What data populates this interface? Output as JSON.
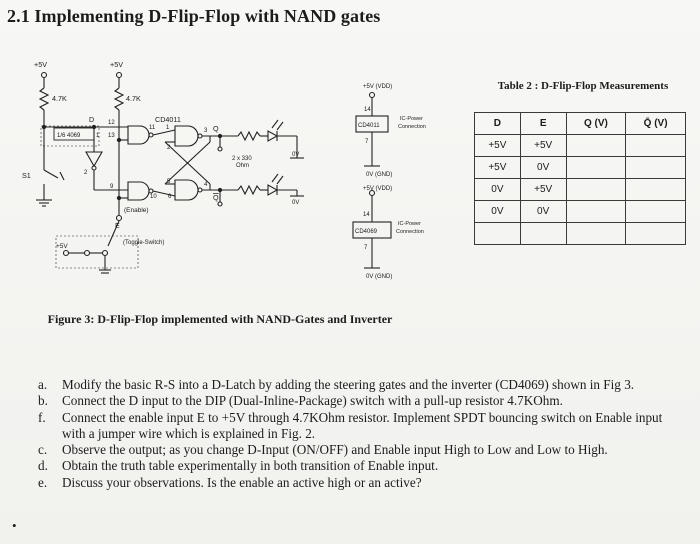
{
  "heading": "2.1 Implementing D-Flip-Flop with NAND gates",
  "figure": {
    "caption": "Figure 3: D-Flip-Flop implemented with NAND-Gates and Inverter",
    "labels": {
      "plus5v_left": "+5V",
      "plus5v_mid": "+5V",
      "r1": "4.7K",
      "r2": "4.7K",
      "d": "D",
      "chip_nand": "CD4011",
      "inv_chip": "1/6 4069",
      "pin12": "12",
      "pin13": "13",
      "pin11": "11",
      "pin1": "1",
      "pin2": "2",
      "pin3": "3",
      "pin5": "5",
      "pin4": "4",
      "pin6": "6",
      "pin9": "9",
      "pin10": "10",
      "pin2_inv": "2",
      "pin1_inv": "1",
      "q": "Q",
      "qbar": "Q",
      "res_note": "2 x 330",
      "ohm": "Ohm",
      "zero_v_1": "0V",
      "zero_v_2": "0V",
      "enable": "(Enable)",
      "e": "E",
      "s1": "S1",
      "toggle": "(Toggle-Switch)",
      "plus5v_sw": "+5V",
      "pwr1_top": "+5V (VDD)",
      "pin14_1": "14",
      "pwr1_chip": "CD4011",
      "pwr1_note_1": "IC-Power",
      "pwr1_note_2": "Connection",
      "pin7_1": "7",
      "pwr1_gnd": "0V (GND)",
      "pwr2_top": "+5V (VDD)",
      "pin14_2": "14",
      "pwr2_chip": "CD4069",
      "pwr2_note_1": "IC-Power",
      "pwr2_note_2": "Connection",
      "pin7_2": "7",
      "pwr2_gnd": "0V (GND)"
    }
  },
  "table": {
    "caption": "Table 2 : D-Flip-Flop Measurements",
    "headers": [
      "D",
      "E",
      "Q (V)",
      "Q̄ (V)"
    ],
    "rows": [
      [
        "+5V",
        "+5V",
        "",
        ""
      ],
      [
        "+5V",
        "0V",
        "",
        ""
      ],
      [
        "0V",
        "+5V",
        "",
        ""
      ],
      [
        "0V",
        "0V",
        "",
        ""
      ],
      [
        "",
        "",
        "",
        ""
      ]
    ]
  },
  "tasks": [
    {
      "label": "a.",
      "text": "Modify the basic R-S into a D-Latch by adding the steering gates and the inverter (CD4069) shown in Fig 3."
    },
    {
      "label": "b.",
      "text": "Connect the D input to the DIP (Dual-Inline-Package) switch with a pull-up resistor 4.7KOhm."
    },
    {
      "label": "f.",
      "text": "Connect the enable input E to +5V through 4.7KOhm resistor. Implement SPDT bouncing switch on Enable input with a jumper wire which is explained in Fig. 2."
    },
    {
      "label": "c.",
      "text": "Observe the output; as you change D-Input (ON/OFF) and Enable input High to Low and Low to High."
    },
    {
      "label": "d.",
      "text": "Obtain the truth table experimentally in both transition of Enable input."
    },
    {
      "label": "e.",
      "text": "Discuss your observations. Is the enable an active high or an active?"
    }
  ],
  "bullet": "•"
}
